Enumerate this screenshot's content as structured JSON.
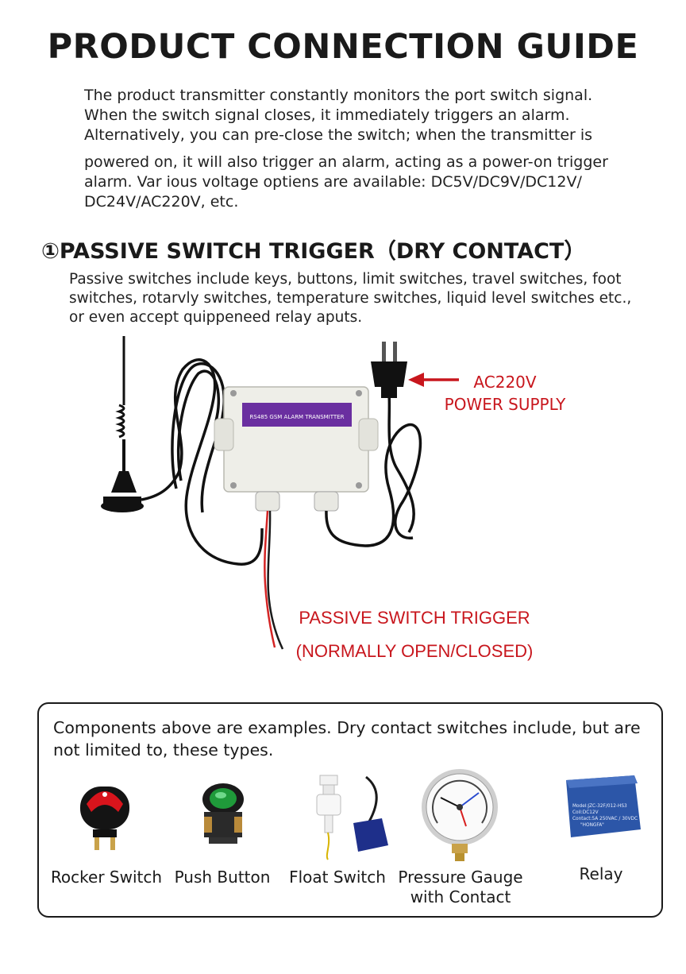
{
  "title": "PRODUCT CONNECTION GUIDE",
  "intro": {
    "line1": "The product transmitter constantly monitors the port switch signal.",
    "line2": "When the switch signal closes, it immediately triggers an alarm.",
    "line3": "Alternatively, you can pre-close the switch; when the transmitter is",
    "line4": "powered on, it will also trigger an alarm, acting as a power-on trigger",
    "line5": "alarm. Var ious voltage optiens are available: DC5V/DC9V/DC12V/",
    "line6": "DC24V/AC220V, etc."
  },
  "section": {
    "heading": "①PASSIVE SWITCH TRIGGER（DRY CONTACT）",
    "desc_line1": "Passive switches include keys, buttons, limit switches, travel switches, foot",
    "desc_line2": "switches, rotarvly switches, temperature switches, liquid level switches etc.,",
    "desc_line3": "or even accept quippeneed relay aputs."
  },
  "diagram": {
    "power_label_line1": "AC220V",
    "power_label_line2": "POWER SUPPLY",
    "trigger_label_line1": "PASSIVE SWITCH TRIGGER",
    "trigger_label_line2": "(NORMALLY OPEN/CLOSED)",
    "device_label": "RS485 GSM ALARM TRANSMITTER",
    "relay_print_line1": "Model:JZC-32F/012-HS3",
    "relay_print_line2": "Coil:DC12V",
    "relay_print_line3": "Contact:5A 250VAC / 30VDC",
    "relay_print_line4": "\"HONGFA\""
  },
  "examples": {
    "note_line1": "Components above are examples. Dry contact switches include, but are",
    "note_line2": "not  limited to, these types.",
    "items": [
      {
        "label": "Rocker Switch",
        "icon": "rocker-switch-icon"
      },
      {
        "label": "Push Button",
        "icon": "push-button-icon"
      },
      {
        "label": "Float Switch",
        "icon": "float-switch-icon"
      },
      {
        "label_line1": "Pressure Gauge",
        "label_line2": "with Contact",
        "icon": "pressure-gauge-icon"
      },
      {
        "label": "Relay",
        "icon": "relay-icon"
      }
    ]
  },
  "colors": {
    "accent_red": "#c8161d",
    "text": "#1a1a1a",
    "device_body": "#eeeee8",
    "device_label_bg": "#6a2fa0",
    "relay_blue": "#2c56a8"
  }
}
